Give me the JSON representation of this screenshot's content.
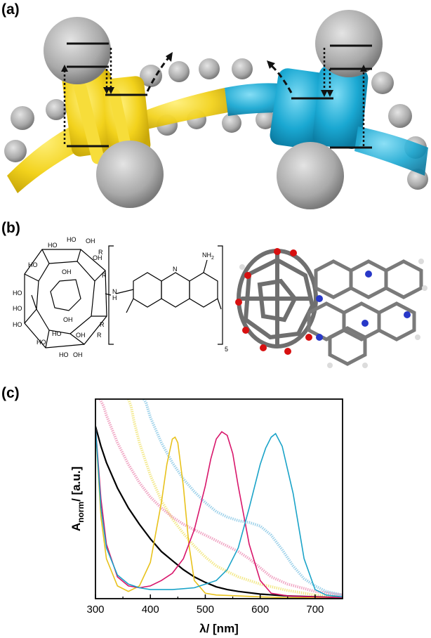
{
  "panels": {
    "a": "(a)",
    "b": "(b)",
    "c": "(c)"
  },
  "structure": {
    "fullerene_labels": [
      "HO",
      "HO",
      "OH",
      "HO",
      "OH",
      "HO",
      "HO",
      "OH",
      "HO",
      "OH",
      "HO",
      "HO",
      "OH",
      "HO",
      "OH"
    ],
    "r_labels": [
      "R",
      "R",
      "R",
      "R"
    ],
    "nh_label": "N",
    "h_label": "H",
    "ring_n_label": "N",
    "nh2_label": "NH",
    "nh2_subscript": "2",
    "repeat_subscript": "5"
  },
  "colors": {
    "yellow": "#e8c21c",
    "cyan": "#1aa3c8",
    "magenta": "#d8166b",
    "black": "#000000",
    "gray": "#9a9a9a"
  },
  "chart_data": {
    "type": "line",
    "xlabel": "λ/ [nm]",
    "ylabel_main": "A",
    "ylabel_sub": "norm",
    "ylabel_tail": "/ [a.u.]",
    "xlim": [
      300,
      750
    ],
    "ylim": [
      0,
      1.1
    ],
    "xticks": [
      300,
      400,
      500,
      600,
      700
    ],
    "series": [
      {
        "color": "#000000",
        "style": "solid",
        "x": [
          300,
          310,
          320,
          340,
          360,
          380,
          400,
          420,
          440,
          460,
          480,
          500,
          520,
          540,
          560,
          600,
          650,
          700,
          750
        ],
        "y": [
          0.95,
          0.84,
          0.75,
          0.61,
          0.5,
          0.41,
          0.33,
          0.26,
          0.21,
          0.16,
          0.12,
          0.09,
          0.065,
          0.05,
          0.04,
          0.025,
          0.015,
          0.01,
          0.005
        ]
      },
      {
        "color": "#e8c21c",
        "style": "solid",
        "x": [
          300,
          310,
          320,
          340,
          360,
          380,
          400,
          420,
          430,
          440,
          445,
          450,
          460,
          470,
          480,
          500,
          520,
          560,
          600,
          650,
          700,
          750
        ],
        "y": [
          0.95,
          0.45,
          0.22,
          0.07,
          0.04,
          0.07,
          0.2,
          0.53,
          0.74,
          0.88,
          0.89,
          0.86,
          0.62,
          0.3,
          0.1,
          0.03,
          0.02,
          0.015,
          0.01,
          0.005,
          0.005,
          0.005
        ]
      },
      {
        "color": "#d8166b",
        "style": "solid",
        "x": [
          300,
          310,
          320,
          340,
          360,
          380,
          400,
          420,
          440,
          460,
          480,
          500,
          510,
          520,
          530,
          540,
          550,
          560,
          580,
          600,
          620,
          650,
          700,
          750
        ],
        "y": [
          0.95,
          0.55,
          0.3,
          0.12,
          0.07,
          0.06,
          0.07,
          0.1,
          0.14,
          0.22,
          0.38,
          0.62,
          0.77,
          0.88,
          0.92,
          0.9,
          0.8,
          0.62,
          0.3,
          0.1,
          0.03,
          0.015,
          0.01,
          0.005
        ]
      },
      {
        "color": "#1aa3c8",
        "style": "solid",
        "x": [
          300,
          310,
          320,
          340,
          360,
          380,
          400,
          440,
          480,
          520,
          540,
          560,
          580,
          600,
          610,
          620,
          628,
          640,
          660,
          680,
          700,
          720,
          750
        ],
        "y": [
          0.95,
          0.5,
          0.28,
          0.13,
          0.08,
          0.06,
          0.05,
          0.05,
          0.06,
          0.1,
          0.16,
          0.28,
          0.5,
          0.74,
          0.83,
          0.89,
          0.91,
          0.84,
          0.58,
          0.22,
          0.05,
          0.02,
          0.01
        ]
      },
      {
        "color": "#f3e98c",
        "style": "dotted",
        "x": [
          360,
          365,
          370,
          380,
          400,
          420,
          440,
          460,
          480,
          500,
          520,
          540,
          560,
          600,
          650,
          700,
          750
        ],
        "y": [
          1.1,
          1.06,
          0.98,
          0.86,
          0.68,
          0.54,
          0.44,
          0.36,
          0.29,
          0.23,
          0.18,
          0.15,
          0.12,
          0.08,
          0.045,
          0.02,
          0.01
        ]
      },
      {
        "color": "#f0a6c4",
        "style": "dotted",
        "x": [
          308,
          315,
          320,
          340,
          360,
          380,
          400,
          420,
          440,
          460,
          480,
          500,
          520,
          540,
          560,
          580,
          600,
          620,
          650,
          700,
          750
        ],
        "y": [
          1.1,
          1.06,
          1.01,
          0.86,
          0.74,
          0.64,
          0.56,
          0.5,
          0.45,
          0.41,
          0.38,
          0.35,
          0.32,
          0.29,
          0.26,
          0.22,
          0.17,
          0.12,
          0.08,
          0.04,
          0.02
        ]
      },
      {
        "color": "#9fd2ea",
        "style": "dotted",
        "x": [
          388,
          392,
          400,
          420,
          440,
          460,
          480,
          500,
          520,
          540,
          560,
          580,
          600,
          620,
          640,
          660,
          680,
          700,
          720,
          750
        ],
        "y": [
          1.1,
          1.08,
          1.0,
          0.86,
          0.75,
          0.66,
          0.59,
          0.53,
          0.48,
          0.45,
          0.43,
          0.42,
          0.4,
          0.35,
          0.27,
          0.18,
          0.11,
          0.07,
          0.04,
          0.02
        ]
      }
    ]
  }
}
